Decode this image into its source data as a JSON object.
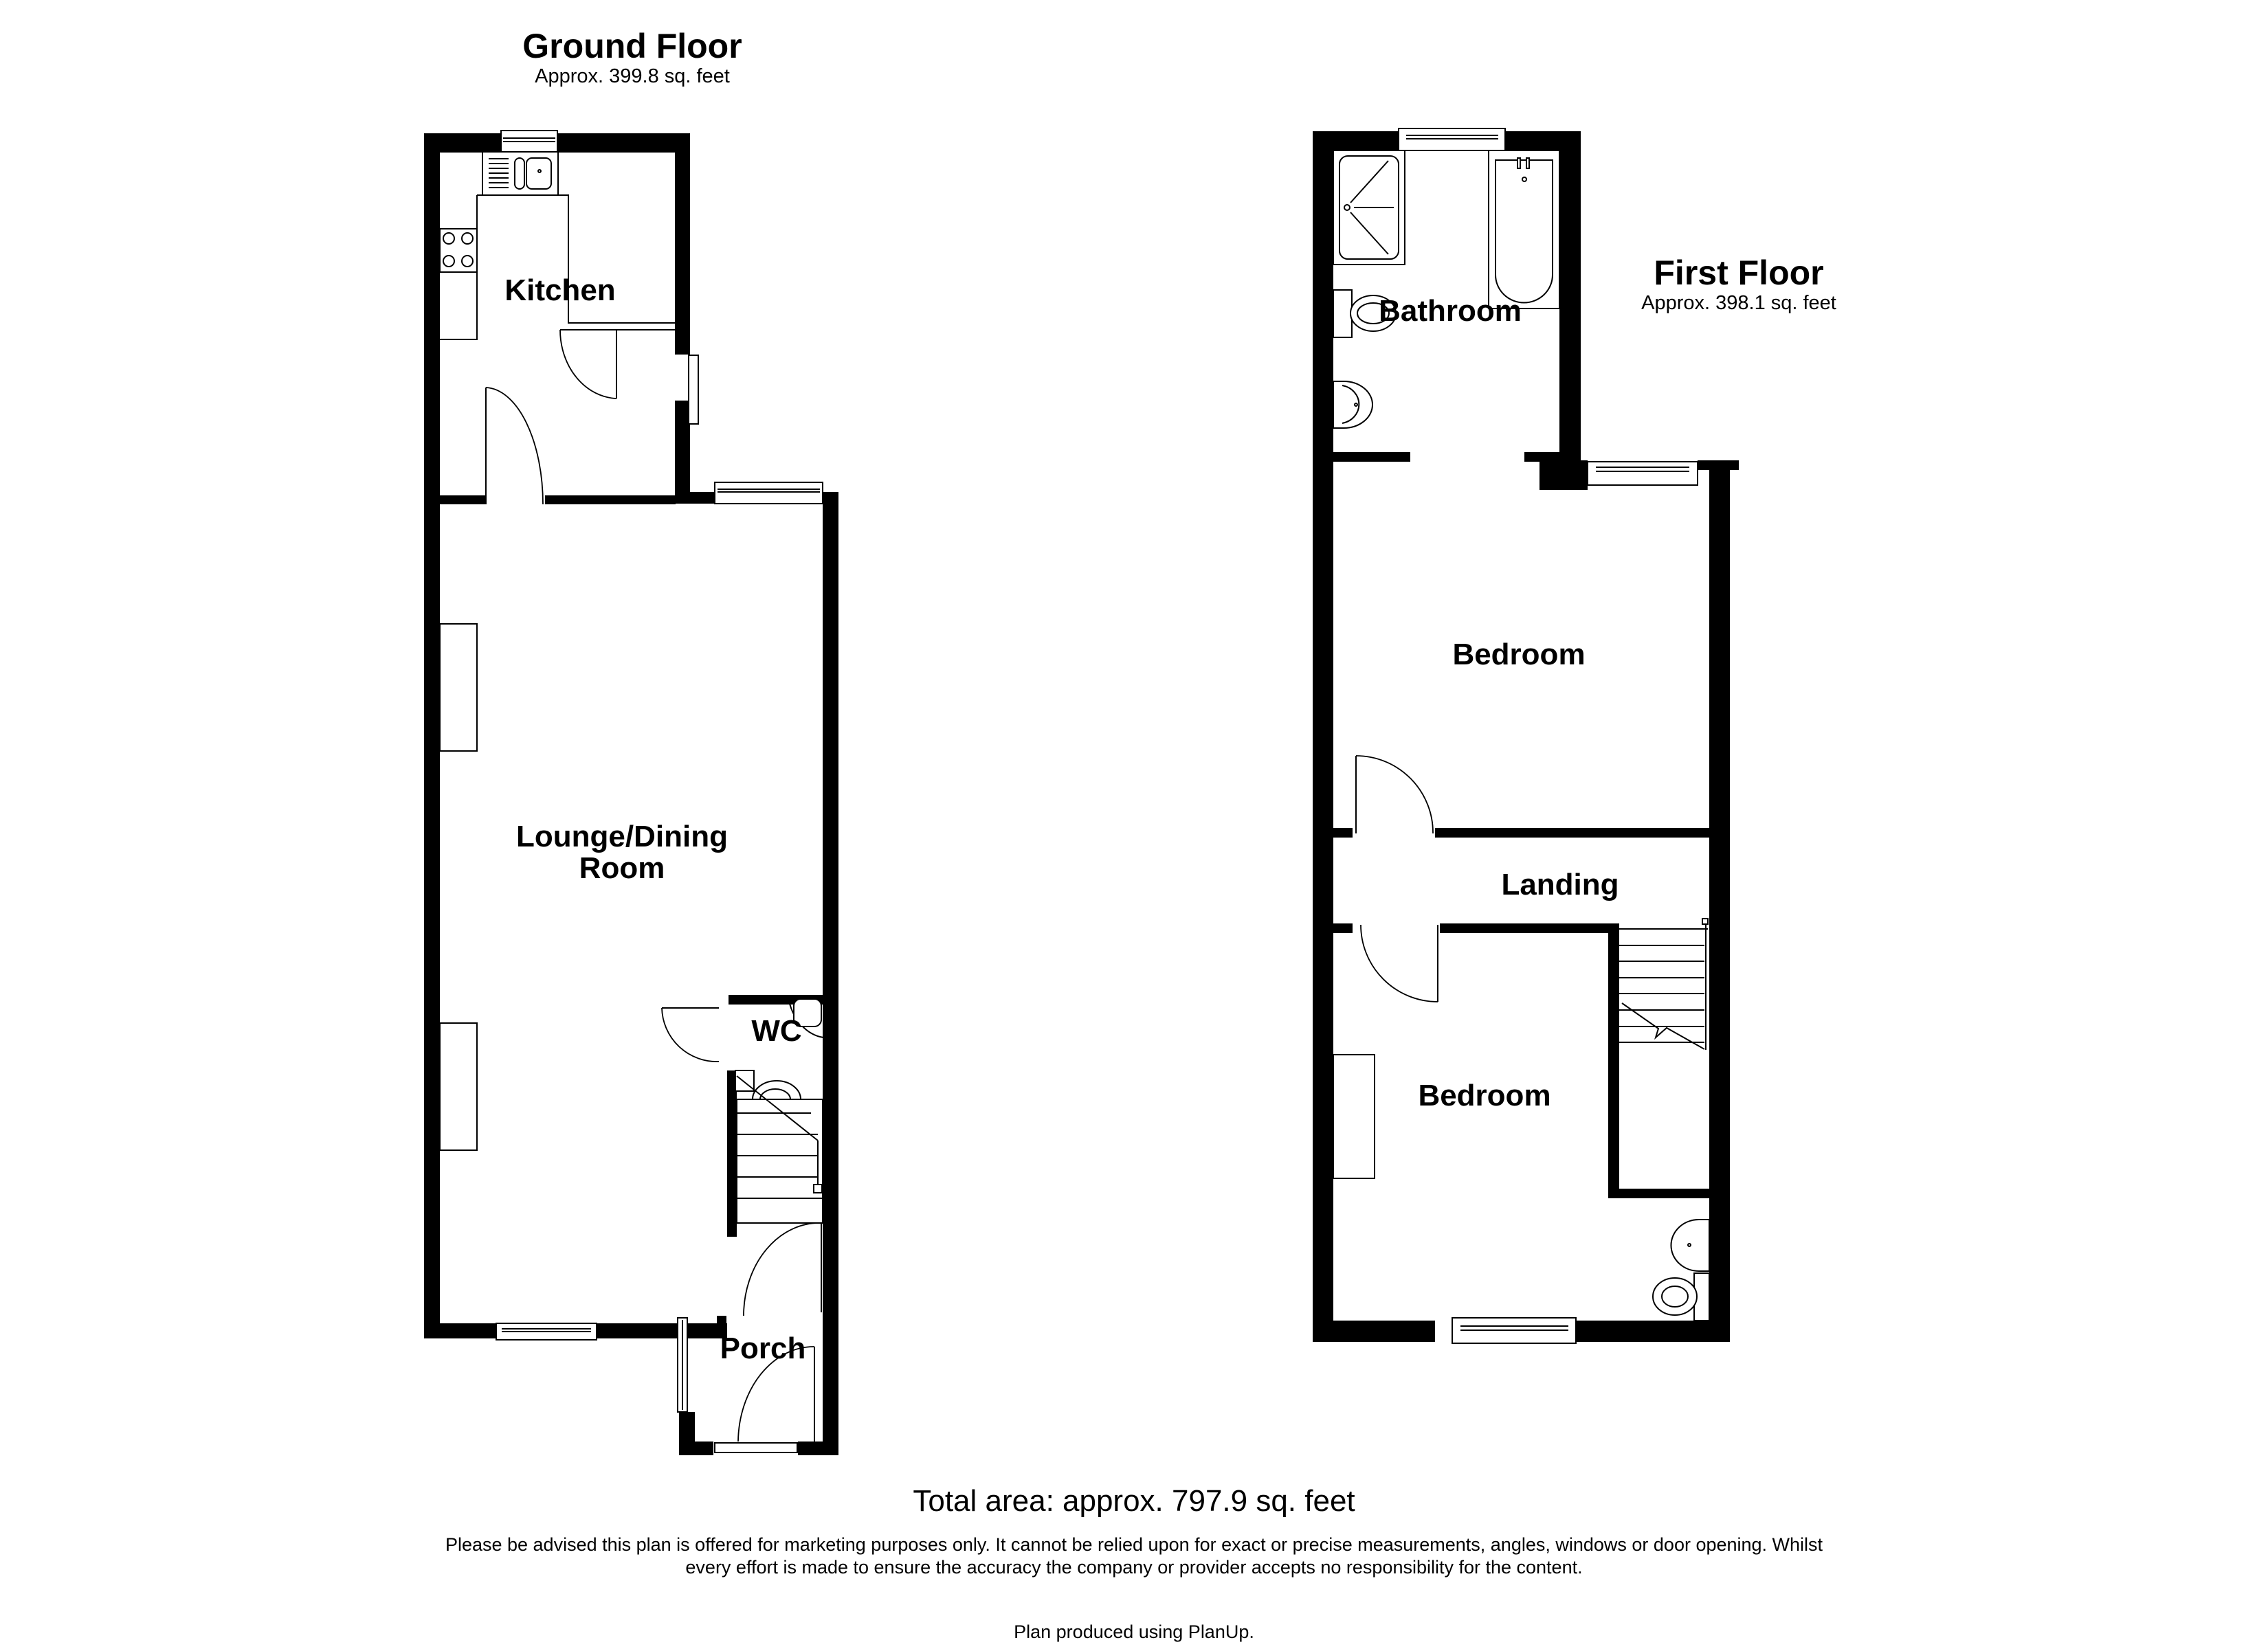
{
  "ground_floor": {
    "title": "Ground Floor",
    "area": "Approx. 399.8 sq. feet",
    "rooms": {
      "kitchen": "Kitchen",
      "lounge_line1": "Lounge/Dining",
      "lounge_line2": "Room",
      "wc": "WC",
      "porch": "Porch"
    }
  },
  "first_floor": {
    "title": "First Floor",
    "area": "Approx. 398.1 sq. feet",
    "rooms": {
      "bathroom": "Bathroom",
      "bedroom_rear": "Bedroom",
      "landing": "Landing",
      "bedroom_front": "Bedroom"
    }
  },
  "footer": {
    "total_area": "Total area: approx. 797.9 sq. feet",
    "disclaimer_line1": "Please be advised this plan is offered for marketing purposes only. It cannot be relied upon for exact or precise measurements, angles, windows or door opening. Whilst",
    "disclaimer_line2": "every effort is made to ensure the accuracy the company or provider accepts no responsibility for the content.",
    "produced_by": "Plan produced using PlanUp."
  },
  "colors": {
    "wall": "#000000",
    "background": "#ffffff",
    "fixture_line": "#000000"
  }
}
